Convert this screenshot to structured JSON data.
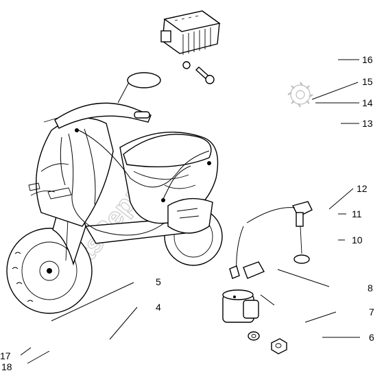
{
  "watermark": "PartsRepublik",
  "callouts": [
    {
      "id": "16",
      "label": "16"
    },
    {
      "id": "15",
      "label": "15"
    },
    {
      "id": "14",
      "label": "14"
    },
    {
      "id": "13",
      "label": "13"
    },
    {
      "id": "12",
      "label": "12"
    },
    {
      "id": "11",
      "label": "11"
    },
    {
      "id": "10",
      "label": "10"
    },
    {
      "id": "8",
      "label": "8"
    },
    {
      "id": "7",
      "label": "7"
    },
    {
      "id": "6",
      "label": "6"
    },
    {
      "id": "5",
      "label": "5"
    },
    {
      "id": "4",
      "label": "4"
    },
    {
      "id": "17",
      "label": "17"
    },
    {
      "id": "18",
      "label": "18"
    }
  ]
}
